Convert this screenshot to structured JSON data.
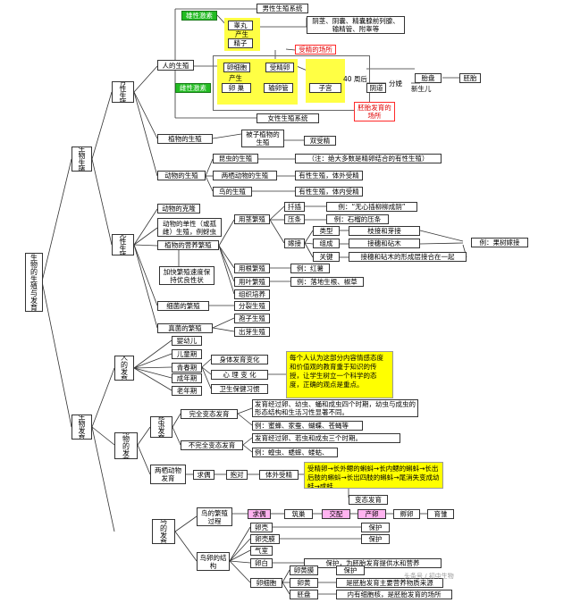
{
  "root": "生物的生殖与发育",
  "reproduction": {
    "label": "生物生殖",
    "sexual": {
      "label": "有性生殖",
      "human": {
        "label": "人的生殖",
        "male_system": "男性生殖系统",
        "male_trait": "雄性激素",
        "female_trait": "雌性激素",
        "testis": "睾丸",
        "produce": "产生",
        "sperm": "精子",
        "male_organs": "阴茎、阴囊、精囊腺前列腺、输精管、附睾等",
        "fert_site": "受精的场所",
        "egg": "卵细胞",
        "fert_egg": "受精卵",
        "ovary": "卵 巢",
        "oviduct": "输卵管",
        "uterus": "子宫",
        "weeks": "40 周后",
        "vagina": "阴道",
        "delivery": "分娩",
        "newborn": "新生儿",
        "fetus": "胎盘",
        "embryo": "胚胎",
        "dev_site": "胚胎发育的场所",
        "female_system": "女性生殖系统"
      },
      "plant": {
        "label": "植物的生殖",
        "seed_plant": "被子植物的生殖",
        "double_fert": "双受精"
      },
      "animal": {
        "label": "动物的生殖",
        "insect": "昆虫的生殖",
        "insect_note": "（注：绝大多数是精卵结合的有性生殖）",
        "amphibian": "两栖动物的生殖",
        "amphibian_note": "有性生殖，体外受精",
        "bird": "鸟的生殖",
        "bird_note": "有性生殖，体内受精"
      }
    },
    "asexual": {
      "label": "无性生殖",
      "animal_clone": "动物的克隆",
      "animal_single": "动物的单性（或孤雌）生殖，例蚜虫",
      "veg": "植物的营养繁殖",
      "veg_note": "加快繁殖速度保持优良性状",
      "stem": "用茎繁殖",
      "cutting": "扦插",
      "cutting_ex": "例：“无心插柳柳成阴”",
      "layering": "压条",
      "layering_ex": "例：石榴的压条",
      "grafting": "嫁接",
      "g_type": "类型",
      "g_type_val": "枝接和芽接",
      "g_part": "组成",
      "g_part_val": "接穗和砧木",
      "g_key": "关键",
      "g_key_val": "接穗和砧木的形成层接合在一起",
      "g_ex": "例：果树嫁接",
      "root": "用根繁殖",
      "root_ex": "例：红薯",
      "leaf": "用叶繁殖",
      "leaf_ex": "例：落地生根、椒草",
      "tissue": "组织培养",
      "bacteria": "细菌的繁殖",
      "fission": "分裂生殖",
      "fungi": "真菌的繁殖",
      "budding": "孢子生殖",
      "spore": "出芽生殖"
    }
  },
  "development": {
    "label": "生物发育",
    "human": {
      "label": "人的发育",
      "infant": "婴幼儿",
      "child": "儿童期",
      "puberty": "青春期",
      "adult": "成年期",
      "old": "老年期",
      "body": "身体发育变化",
      "mind": "心 理 变 化",
      "health": "卫生保健习惯",
      "note": "每个人认为这部分内容情感态度和价值观的教育重于知识的传授，让学生树立一个科学的态度，正确的观点是重点。"
    },
    "animal": {
      "label": "动物的发育",
      "insect": "昆虫发育",
      "complete": "完全变态发育",
      "complete_desc": "发育经过卵、幼虫、蛹和成虫四个时期，幼虫与成虫的形态结构和生活习性显著不同。",
      "complete_ex": "例：蜜蜂、家蚕、蝴蝶、苍蝇等",
      "incomplete": "不完全变态发育",
      "incomplete_desc": "发育经过卵、若虫和成虫三个时期。",
      "incomplete_ex": "例：蝗虫、蟋蟀、蝼蛄、",
      "amph": "两栖动物发育",
      "courtship": "求偶",
      "embrace": "抱对",
      "ext_fert": "体外受精",
      "tadpole": "受精卵→长外鳃的蝌蚪→长内鳃的蝌蚪→长出后肢的蝌蚪→长出四肢的蝌蚪→尾消失变成幼蛙→成蛙",
      "metamorph": "变态发育"
    },
    "bird": {
      "label": "鸟的发育",
      "process": "鸟的繁殖过程",
      "b1": "求偶",
      "b2": "筑巢",
      "b3": "交配",
      "b4": "产卵",
      "b5": "孵卵",
      "b6": "育雏",
      "egg_struct": "鸟卵的结构",
      "shell": "卵壳",
      "membrane": "卵壳膜",
      "air": "气室",
      "white": "卵白",
      "cell": "卵细胞",
      "protect": "保护",
      "protect2": "保护",
      "yolk_mem": "卵黄膜",
      "yolk": "卵黄",
      "disc": "胚盘",
      "white_note": "保护，为胚胎发育提供水和营养",
      "yolk_mem_note": "保护",
      "yolk_note": "是胚胎发育主要营养物质来源",
      "disc_note": "内有细胞核，是胚胎发育的场所"
    }
  },
  "watermark": "头条号 / 初中生物"
}
